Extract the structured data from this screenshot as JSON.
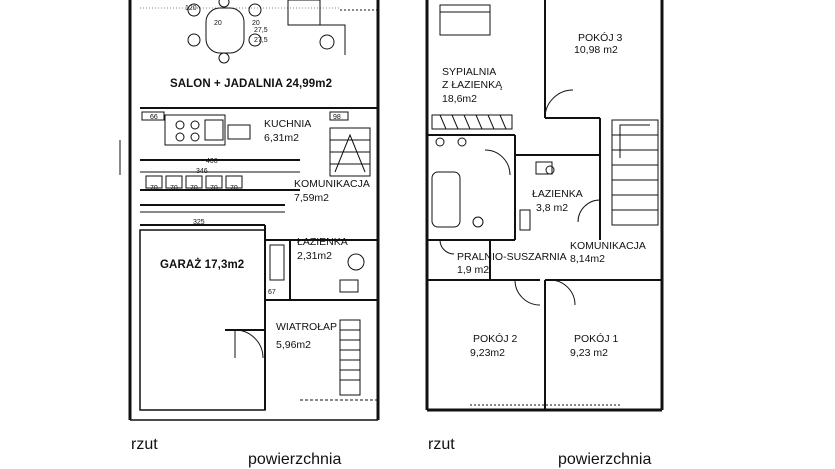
{
  "ground_floor": {
    "rooms": [
      {
        "name": "SALON + JADALNIA 24,99m2",
        "area": ""
      },
      {
        "name": "KUCHNIA",
        "area": "6,31m2"
      },
      {
        "name": "KOMUNIKACJA",
        "area": "7,59m2"
      },
      {
        "name": "ŁAZIENKA",
        "area": "2,31m2"
      },
      {
        "name": "GARAŻ 17,3m2",
        "area": ""
      },
      {
        "name": "WIATROŁAP",
        "area": "5,96m2"
      }
    ],
    "dimensions": [
      "120",
      "20",
      "20",
      "27,5",
      "27,5",
      "66",
      "98",
      "406",
      "346",
      "70",
      "70",
      "70",
      "70",
      "70",
      "325",
      "67"
    ]
  },
  "first_floor": {
    "rooms": [
      {
        "name": "POKÓJ 3",
        "area": "10,98 m2"
      },
      {
        "name": "SYPIALNIA",
        "name2": "Z ŁAZIENKĄ",
        "area": "18,6m2"
      },
      {
        "name": "ŁAZIENKA",
        "area": "3,8 m2"
      },
      {
        "name": "PRALNIO-SUSZARNIA",
        "area": "1,9 m2"
      },
      {
        "name": "KOMUNIKACJA",
        "area": "8,14m2"
      },
      {
        "name": "POKÓJ 2",
        "area": "9,23m2"
      },
      {
        "name": "POKÓJ 1",
        "area": "9,23 m2"
      }
    ]
  },
  "captions": {
    "left_rzut": "rzut",
    "left_pow": "powierzchnia",
    "right_rzut": "rzut",
    "right_pow": "powierzchnia"
  }
}
